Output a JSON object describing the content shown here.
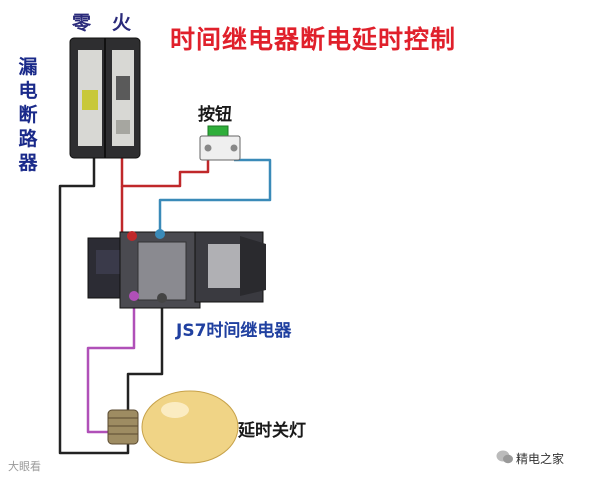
{
  "title": "时间继电器断电延时控制",
  "breaker": {
    "zero_label": "零",
    "fire_label": "火",
    "name": "漏电断路器"
  },
  "button": {
    "label": "按钮"
  },
  "relay": {
    "label": "JS7时间继电器"
  },
  "lamp": {
    "label": "延时关灯"
  },
  "watermark": {
    "left": "大眼看",
    "right": "精电之家"
  },
  "colors": {
    "title": "#e0202b",
    "wire_red": "#c0282a",
    "wire_blue": "#3a8ab8",
    "wire_black": "#222222",
    "wire_magenta": "#b050b8",
    "button_green": "#2fae3a"
  }
}
